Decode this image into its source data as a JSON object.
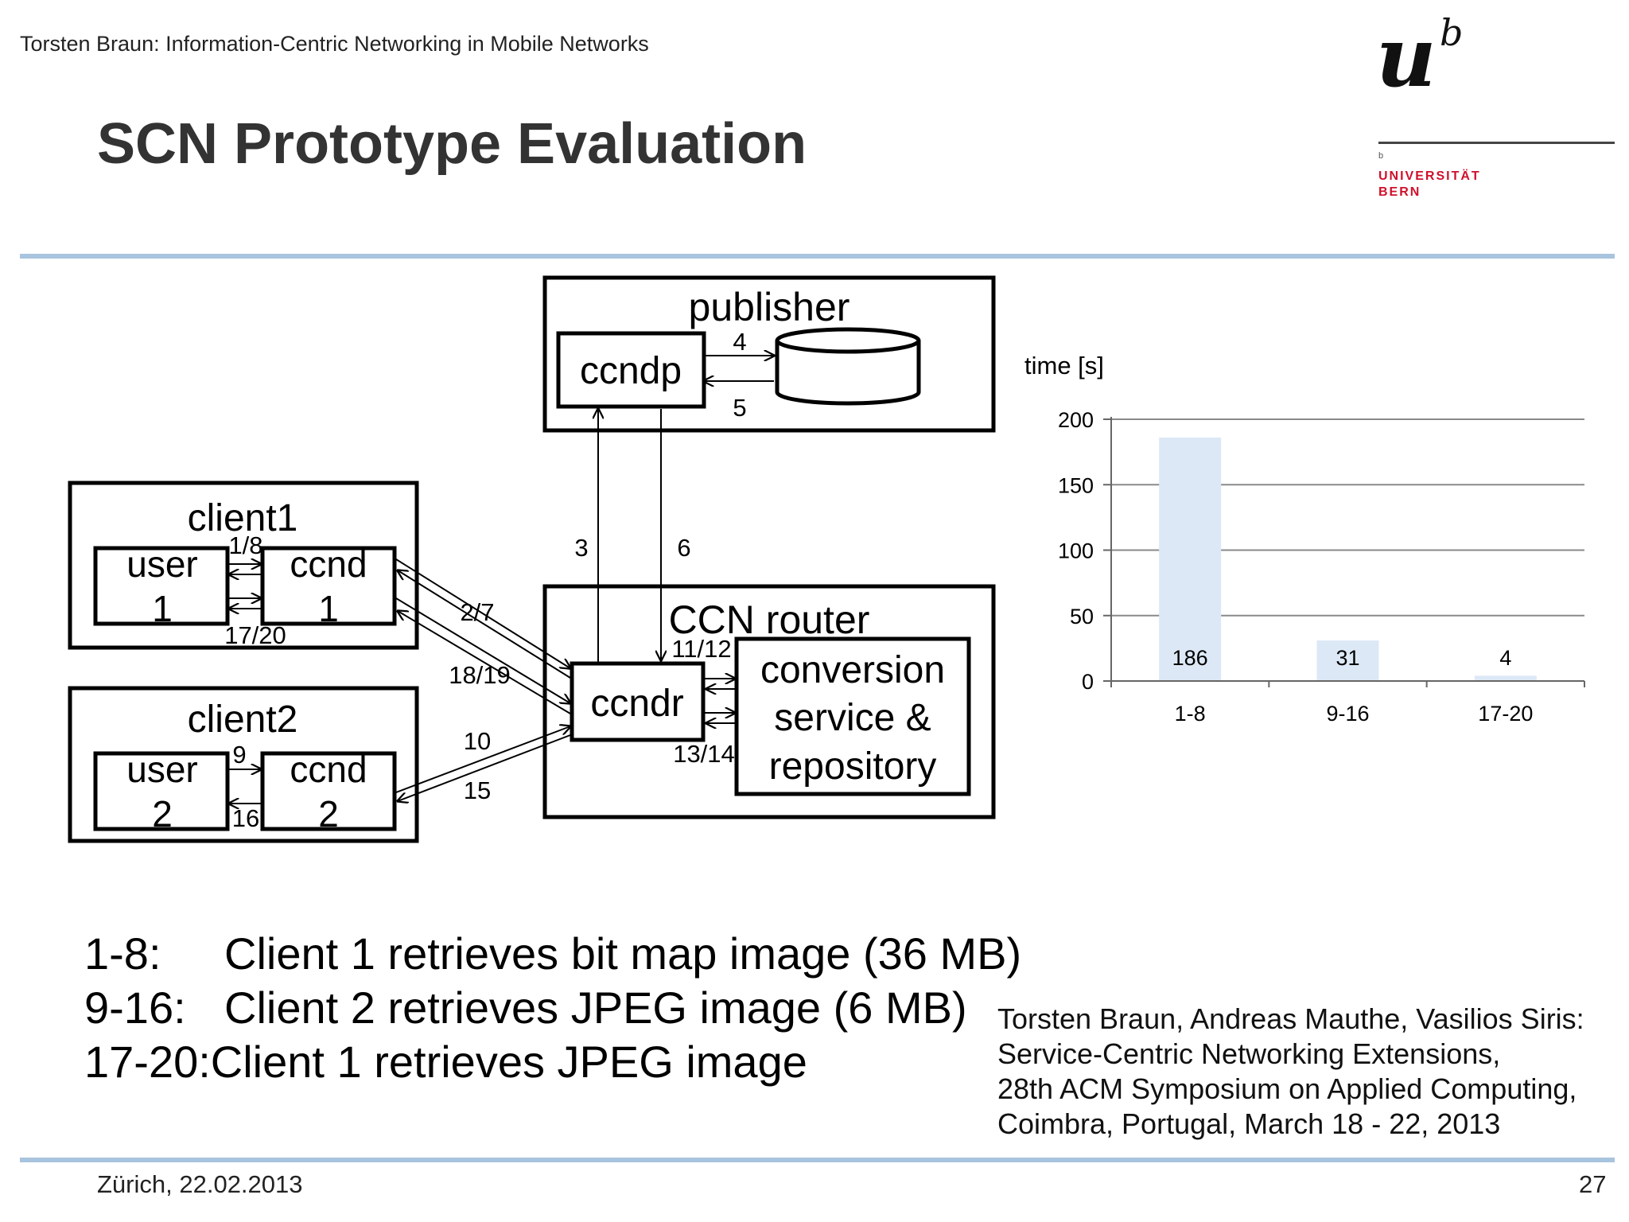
{
  "header": {
    "text": "Torsten Braun: Information-Centric Networking in Mobile Networks"
  },
  "slide": {
    "title": "SCN Prototype Evaluation"
  },
  "logo": {
    "mark_u": "u",
    "mark_b": "b",
    "small_b": "b",
    "university_line1": "UNIVERSITÄT",
    "university_line2": "BERN",
    "accent_color": "#d0102b"
  },
  "diagram": {
    "publisher": {
      "title": "publisher",
      "ccndp": "ccndp"
    },
    "client1": {
      "title": "client1",
      "user_line1": "user",
      "user_line2": "1",
      "ccnd_line1": "ccnd",
      "ccnd_line2": "1"
    },
    "client2": {
      "title": "client2",
      "user_line1": "user",
      "user_line2": "2",
      "ccnd_line1": "ccnd",
      "ccnd_line2": "2"
    },
    "router": {
      "title": "CCN router",
      "ccndr": "ccndr",
      "conv_line1": "conversion",
      "conv_line2": "service &",
      "conv_line3": "repository"
    },
    "labels": {
      "l4": "4",
      "l5": "5",
      "l3": "3",
      "l6": "6",
      "l1_8": "1/8",
      "l17_20": "17/20",
      "l2_7": "2/7",
      "l18_19": "18/19",
      "l11_12": "11/12",
      "l13_14": "13/14",
      "l9": "9",
      "l16": "16",
      "l10": "10",
      "l15": "15"
    }
  },
  "chart_data": {
    "type": "bar",
    "ylabel": "time [s]",
    "categories": [
      "1-8",
      "9-16",
      "17-20"
    ],
    "values": [
      186,
      31,
      4
    ],
    "ylim": [
      0,
      200
    ],
    "yticks": [
      0,
      50,
      100,
      150,
      200
    ],
    "grid": true,
    "bar_color": "#dce8f5"
  },
  "legend": [
    {
      "key": "1-8:",
      "text": "Client 1 retrieves bit map image (36 MB)"
    },
    {
      "key": "9-16:",
      "text": "Client 2 retrieves JPEG image (6 MB)"
    },
    {
      "key": "17-20:",
      "text": "Client 1 retrieves JPEG image"
    }
  ],
  "reference": {
    "line1": "Torsten Braun, Andreas Mauthe, Vasilios Siris:",
    "line2": "Service-Centric Networking Extensions,",
    "line3": "28th ACM Symposium on Applied Computing,",
    "line4": "Coimbra, Portugal, March 18 - 22, 2013"
  },
  "footer": {
    "date": "Zürich, 22.02.2013",
    "page": "27"
  }
}
